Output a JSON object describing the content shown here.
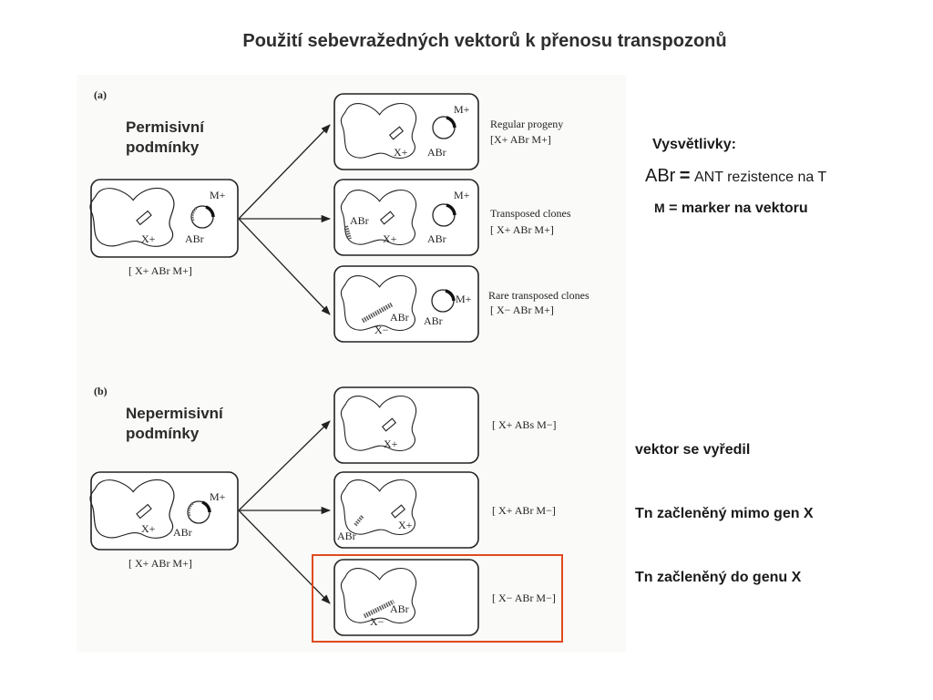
{
  "title": "Použití sebevražedných vektorů k přenosu transpozonů",
  "panel_a": {
    "label": "(a)",
    "heading_line1": "Permisivní",
    "heading_line2": "podmínky",
    "start_genotype": "[ X+ ABr M+]",
    "results": [
      {
        "label": "Regular progeny",
        "genotype": "[X+ ABr M+]"
      },
      {
        "label": "Transposed clones",
        "genotype": "[ X+ ABr M+]"
      },
      {
        "label": "Rare transposed clones",
        "genotype": "[ X− ABr M+]"
      }
    ]
  },
  "panel_b": {
    "label": "(b)",
    "heading_line1": "Nepermisivní",
    "heading_line2": "podmínky",
    "start_genotype": "[ X+ ABr M+]",
    "results": [
      {
        "genotype": "[ X+ ABs M−]"
      },
      {
        "genotype": "[ X+ ABr M−]"
      },
      {
        "genotype": "[ X− ABr M−]"
      }
    ]
  },
  "gene_labels": {
    "x_plus": "X+",
    "x_minus": "X−",
    "ab_r": "ABr",
    "m_plus": "M+"
  },
  "legend": {
    "title": "Vysvětlivky:",
    "abr_symbol": "ABr",
    "abr_equals": "=",
    "abr_text": "ANT rezistence na T",
    "m_symbol": "M",
    "m_text": "= marker na vektoru"
  },
  "notes": [
    "vektor se vyředil",
    "Tn začleněný mimo gen X",
    "Tn začleněný do genu X"
  ],
  "highlight_color": "#e04a1f"
}
